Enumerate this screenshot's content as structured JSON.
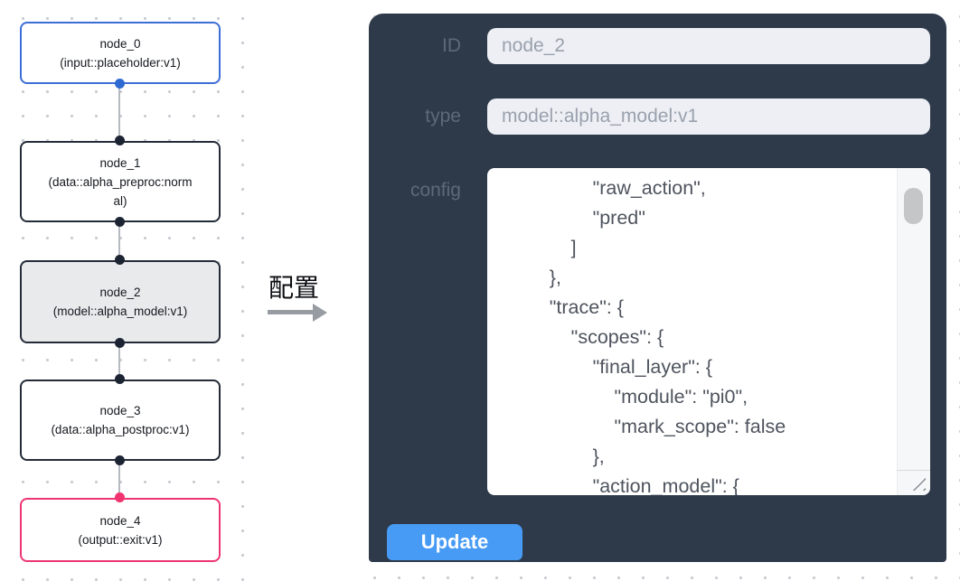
{
  "canvas": {
    "nodes": [
      {
        "title": "node_0",
        "subtitle": "(input::placeholder:v1)",
        "kind": "input"
      },
      {
        "title": "node_1",
        "subtitle": "(data::alpha_preproc:normal)",
        "kind": "data"
      },
      {
        "title": "node_2",
        "subtitle": "(model::alpha_model:v1)",
        "kind": "model",
        "selected": true
      },
      {
        "title": "node_3",
        "subtitle": "(data::alpha_postproc:v1)",
        "kind": "data"
      },
      {
        "title": "node_4",
        "subtitle": "(output::exit:v1)",
        "kind": "output"
      }
    ]
  },
  "transition": {
    "label": "配置"
  },
  "panel": {
    "id_field": {
      "label": "ID",
      "value": "node_2"
    },
    "type_field": {
      "label": "type",
      "value": "model::alpha_model:v1"
    },
    "config_field": {
      "label": "config",
      "value": "                \"raw_action\",\n                \"pred\"\n            ]\n        },\n        \"trace\": {\n            \"scopes\": {\n                \"final_layer\": {\n                    \"module\": \"pi0\",\n                    \"mark_scope\": false\n                },\n                \"action_model\": {"
    },
    "update_button": {
      "label": "Update"
    }
  },
  "colors": {
    "panel_bg": "#2e3a4a",
    "accent_blue": "#479bf5",
    "input_node_border": "#3b6ed6",
    "output_node_border": "#ed3573",
    "default_node_border": "#242b38",
    "selected_node_bg": "#e9eaec",
    "port_black": "#1c2433",
    "port_blue": "#2e6ad2",
    "port_pink": "#f1336f",
    "field_bg": "#edeff4",
    "field_text": "#99a1ad",
    "label_text": "#5e6878"
  }
}
